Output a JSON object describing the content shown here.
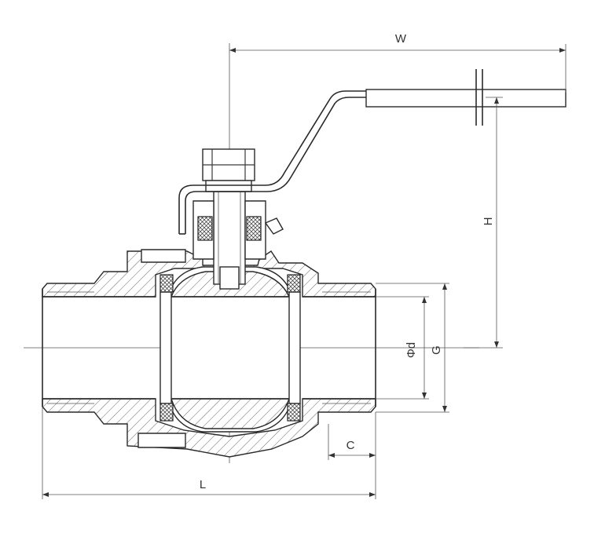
{
  "labels": {
    "width": "W",
    "height": "H",
    "bore": "Φd",
    "thread": "G",
    "thread_length": "C",
    "length": "L"
  },
  "colors": {
    "line": "#2a2a2a",
    "background": "#ffffff"
  }
}
